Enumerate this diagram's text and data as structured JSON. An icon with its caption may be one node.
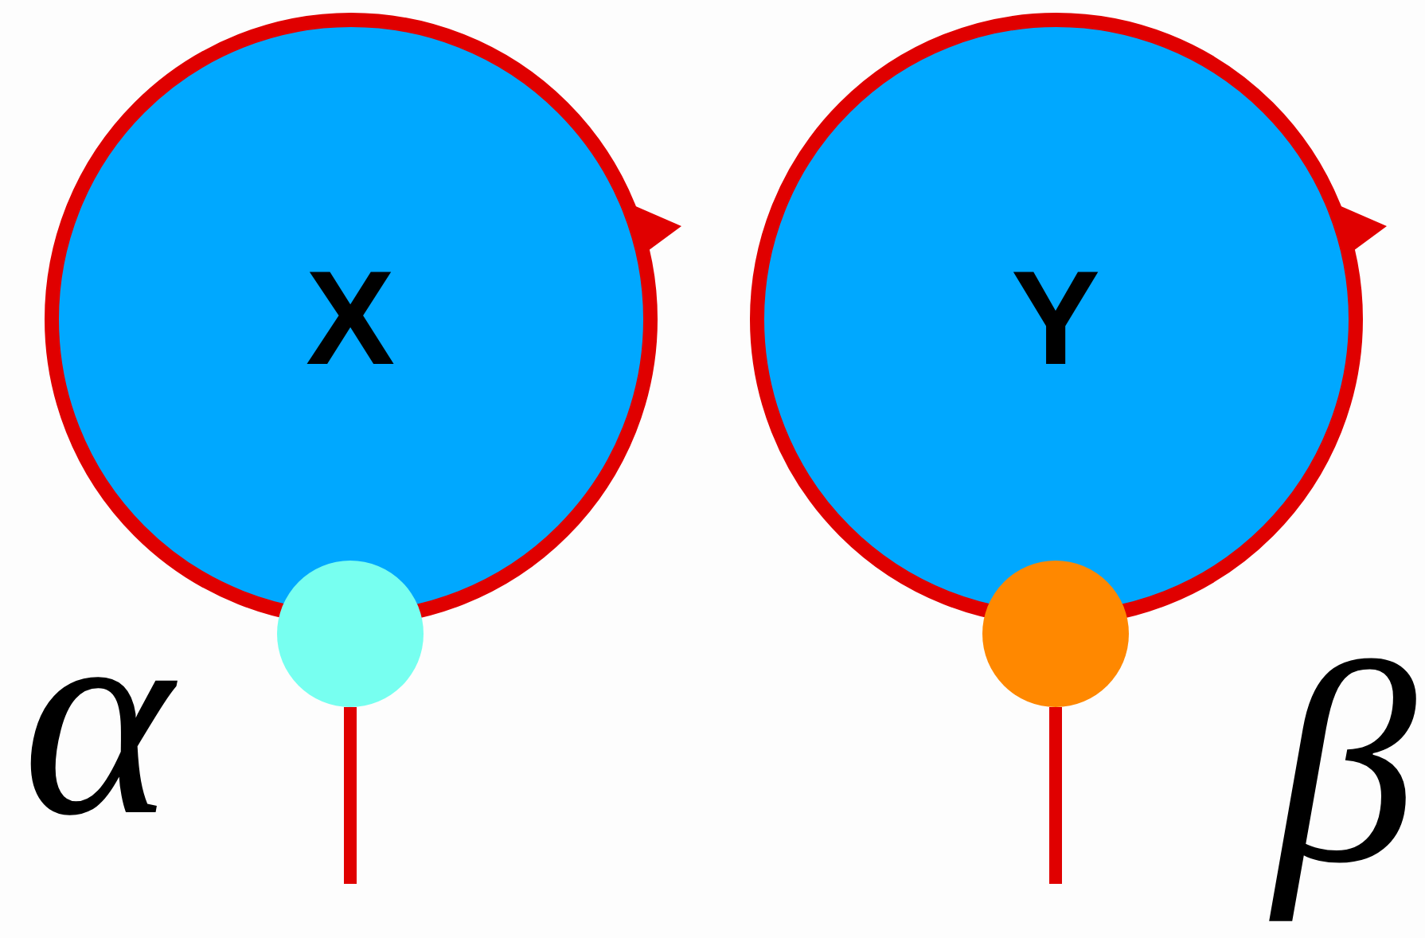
{
  "diagram": {
    "nodes": [
      {
        "text": [
          "X"
        ]
      },
      {
        "text": [
          "Y"
        ]
      },
      {
        "text": [],
        "shape": "circle"
      },
      {
        "text": [],
        "shape": "circle"
      }
    ],
    "edges": [
      {
        "from": 2,
        "to": null,
        "arrow": "none"
      },
      {
        "from": 3,
        "to": null,
        "arrow": "none"
      }
    ],
    "labels": [
      "α",
      "β"
    ]
  }
}
